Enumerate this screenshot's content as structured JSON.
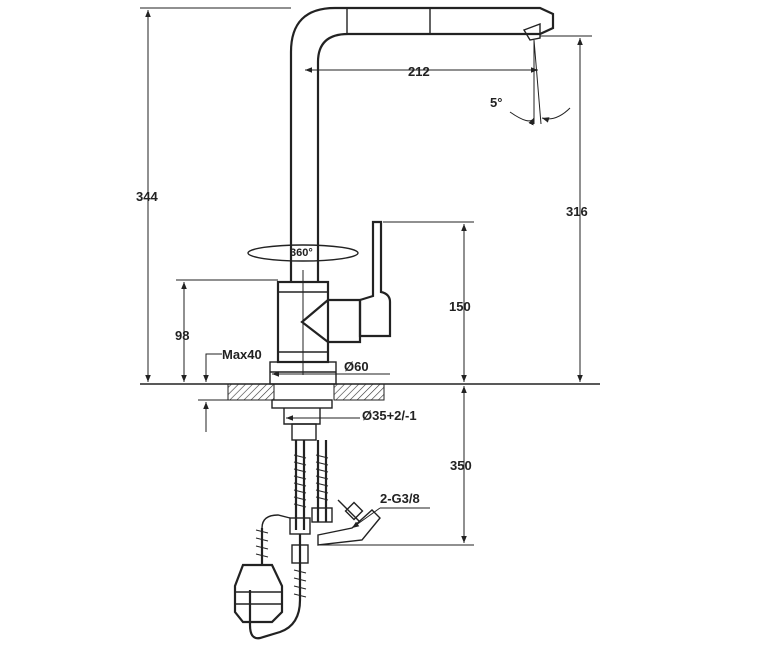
{
  "dimensions": {
    "total_height": "344",
    "spout_height": "316",
    "spout_reach": "212",
    "spout_angle": "5°",
    "rotation": "360°",
    "lever_height": "150",
    "body_height": "98",
    "max_deck": "Max40",
    "base_diameter": "Ø60",
    "hole_diameter": "Ø35+2/-1",
    "hose_length": "350",
    "connection": "2-G3/8"
  }
}
